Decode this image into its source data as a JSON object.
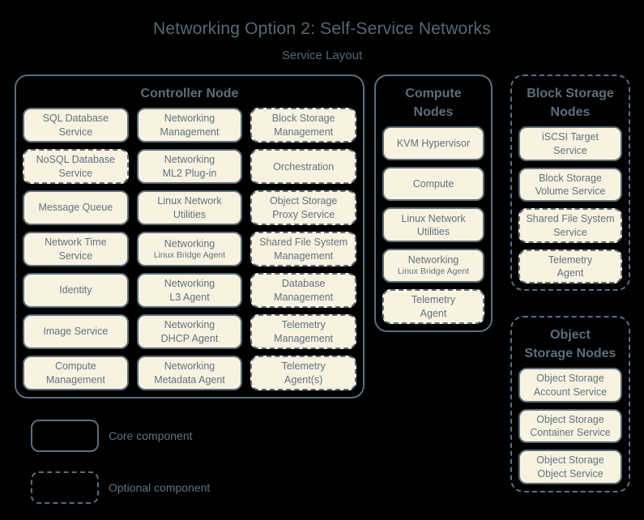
{
  "title": "Networking Option 2: Self-Service Networks",
  "subtitle": "Service Layout",
  "colors": {
    "background": "#000000",
    "box_fill": "#f8f2e0",
    "line": "#5b6e7b",
    "text": "#5e7481",
    "title_text": "#566974"
  },
  "legend": {
    "core": {
      "label": "Core component",
      "style": "solid"
    },
    "optional": {
      "label": "Optional component",
      "style": "dashed"
    }
  },
  "nodes": {
    "controller": {
      "label_lines": [
        "Controller Node"
      ],
      "optional": false,
      "services": [
        {
          "lines": [
            "SQL Database",
            "Service"
          ],
          "optional": false
        },
        {
          "lines": [
            "Networking",
            "Management"
          ],
          "optional": false
        },
        {
          "lines": [
            "Block Storage",
            "Management"
          ],
          "optional": true
        },
        {
          "lines": [
            "NoSQL Database",
            "Service"
          ],
          "optional": true
        },
        {
          "lines": [
            "Networking",
            "ML2 Plug-in"
          ],
          "optional": false
        },
        {
          "lines": [
            "Orchestration"
          ],
          "optional": true
        },
        {
          "lines": [
            "Message Queue"
          ],
          "optional": false
        },
        {
          "lines": [
            "Linux Network",
            "Utilities"
          ],
          "optional": false
        },
        {
          "lines": [
            "Object Storage",
            "Proxy Service"
          ],
          "optional": true
        },
        {
          "lines": [
            "Network Time",
            "Service"
          ],
          "optional": false
        },
        {
          "lines": [
            "Networking"
          ],
          "small_lines": [
            "Linux Bridge Agent"
          ],
          "optional": false
        },
        {
          "lines": [
            "Shared File System",
            "Management"
          ],
          "optional": true
        },
        {
          "lines": [
            "Identity"
          ],
          "optional": false
        },
        {
          "lines": [
            "Networking",
            "L3 Agent"
          ],
          "optional": false
        },
        {
          "lines": [
            "Database",
            "Management"
          ],
          "optional": true
        },
        {
          "lines": [
            "Image Service"
          ],
          "optional": false
        },
        {
          "lines": [
            "Networking",
            "DHCP Agent"
          ],
          "optional": false
        },
        {
          "lines": [
            "Telemetry",
            "Management"
          ],
          "optional": true
        },
        {
          "lines": [
            "Compute",
            "Management"
          ],
          "optional": false
        },
        {
          "lines": [
            "Networking",
            "Metadata Agent"
          ],
          "optional": false
        },
        {
          "lines": [
            "Telemetry",
            "Agent(s)"
          ],
          "optional": true
        }
      ]
    },
    "compute": {
      "label_lines": [
        "Compute",
        "Nodes"
      ],
      "optional": false,
      "services": [
        {
          "lines": [
            "KVM Hypervisor"
          ],
          "optional": false
        },
        {
          "lines": [
            "Compute"
          ],
          "optional": false
        },
        {
          "lines": [
            "Linux Network",
            "Utilities"
          ],
          "optional": false
        },
        {
          "lines": [
            "Networking"
          ],
          "small_lines": [
            "Linux Bridge Agent"
          ],
          "optional": false
        },
        {
          "lines": [
            "Telemetry",
            "Agent"
          ],
          "optional": true
        }
      ]
    },
    "block_storage": {
      "label_lines": [
        "Block Storage",
        "Nodes"
      ],
      "optional": true,
      "services": [
        {
          "lines": [
            "iSCSI Target",
            "Service"
          ],
          "optional": false
        },
        {
          "lines": [
            "Block Storage",
            "Volume Service"
          ],
          "optional": false
        },
        {
          "lines": [
            "Shared File System",
            "Service"
          ],
          "optional": true
        },
        {
          "lines": [
            "Telemetry",
            "Agent"
          ],
          "optional": true
        }
      ]
    },
    "object_storage": {
      "label_lines": [
        "Object",
        "Storage Nodes"
      ],
      "optional": true,
      "services": [
        {
          "lines": [
            "Object Storage",
            "Account Service"
          ],
          "optional": false
        },
        {
          "lines": [
            "Object Storage",
            "Container Service"
          ],
          "optional": false
        },
        {
          "lines": [
            "Object Storage",
            "Object Service"
          ],
          "optional": false
        }
      ]
    }
  }
}
